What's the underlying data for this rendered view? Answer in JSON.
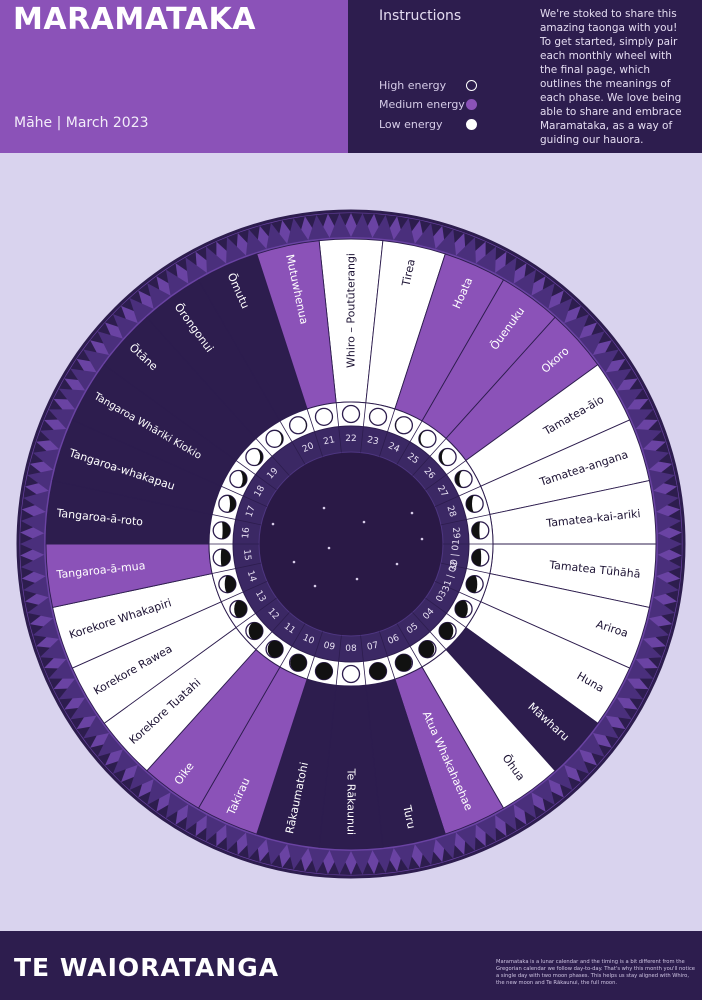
{
  "header": {
    "title": "MARAMATAKA",
    "month": "Māhe | March 2023",
    "instructions_heading": "Instructions",
    "legend": [
      {
        "label": "High energy",
        "color": "#2d1d4e"
      },
      {
        "label": "Medium energy",
        "color": "#8b52b8"
      },
      {
        "label": "Low energy",
        "color": "#ffffff"
      }
    ],
    "intro": "We're stoked to share this amazing taonga with you! To get started, simply pair each monthly wheel with the final page, which outlines the meanings of each phase. We love being able to share and embrace Maramataka, as a way of guiding our hauora."
  },
  "colors": {
    "high": "#2d1d4e",
    "medium": "#8b52b8",
    "low": "#ffffff",
    "background": "#d9d3ee"
  },
  "phases": [
    {
      "name": "Whiro – Poutūterangi",
      "date": "22",
      "energy": "low"
    },
    {
      "name": "Tirea",
      "date": "23",
      "energy": "low"
    },
    {
      "name": "Hoata",
      "date": "24",
      "energy": "medium"
    },
    {
      "name": "Ōuenuku",
      "date": "25",
      "energy": "medium"
    },
    {
      "name": "Okoro",
      "date": "26",
      "energy": "medium"
    },
    {
      "name": "Tamatea-āio",
      "date": "27",
      "energy": "low"
    },
    {
      "name": "Tamatea-angana",
      "date": "28",
      "energy": "low"
    },
    {
      "name": "Tamatea-kai-ariki",
      "date": "29",
      "energy": "low"
    },
    {
      "name": "Tamatea Tūhāhā",
      "date": "30 | 01",
      "energy": "low"
    },
    {
      "name": "Ariroa",
      "date": "31 | 02",
      "energy": "low"
    },
    {
      "name": "Huna",
      "date": "03",
      "energy": "low"
    },
    {
      "name": "Māwharu",
      "date": "04",
      "energy": "high"
    },
    {
      "name": "Ōhua",
      "date": "05",
      "energy": "low"
    },
    {
      "name": "Atua Whakahaehae",
      "date": "06",
      "energy": "medium"
    },
    {
      "name": "Turu",
      "date": "07",
      "energy": "high"
    },
    {
      "name": "Te Rākaunui",
      "date": "08",
      "energy": "high"
    },
    {
      "name": "Rākaumatohi",
      "date": "09",
      "energy": "high"
    },
    {
      "name": "Takirau",
      "date": "10",
      "energy": "medium"
    },
    {
      "name": "Oike",
      "date": "11",
      "energy": "medium"
    },
    {
      "name": "Korekore Tuatahi",
      "date": "12",
      "energy": "low"
    },
    {
      "name": "Korekore Rawea",
      "date": "13",
      "energy": "low"
    },
    {
      "name": "Korekore Whakapiri",
      "date": "14",
      "energy": "low"
    },
    {
      "name": "Tangaroa-ā-mua",
      "date": "15",
      "energy": "medium"
    },
    {
      "name": "Tangaroa-ā-roto",
      "date": "16",
      "energy": "high"
    },
    {
      "name": "Tangaroa-whakapau",
      "date": "17",
      "energy": "high"
    },
    {
      "name": "Tangaroa Whāriki Kiokio",
      "date": "18",
      "energy": "high"
    },
    {
      "name": "Ōtāne",
      "date": "19",
      "energy": "high"
    },
    {
      "name": "Ōrongonui",
      "date": "",
      "energy": "high"
    },
    {
      "name": "Ōmutu",
      "date": "20",
      "energy": "high"
    },
    {
      "name": "Mutuwhenua",
      "date": "21",
      "energy": "medium"
    }
  ],
  "footer": {
    "title": "TE WAIORATANGA",
    "note": "Maramataka is a lunar calendar and the timing is a bit different from the Gregorian calendar we follow day-to-day. That's why this month you'll notice a single day with two moon phases. This helps us stay aligned with Whiro, the new moon and Te Rākaunui, the full moon."
  }
}
